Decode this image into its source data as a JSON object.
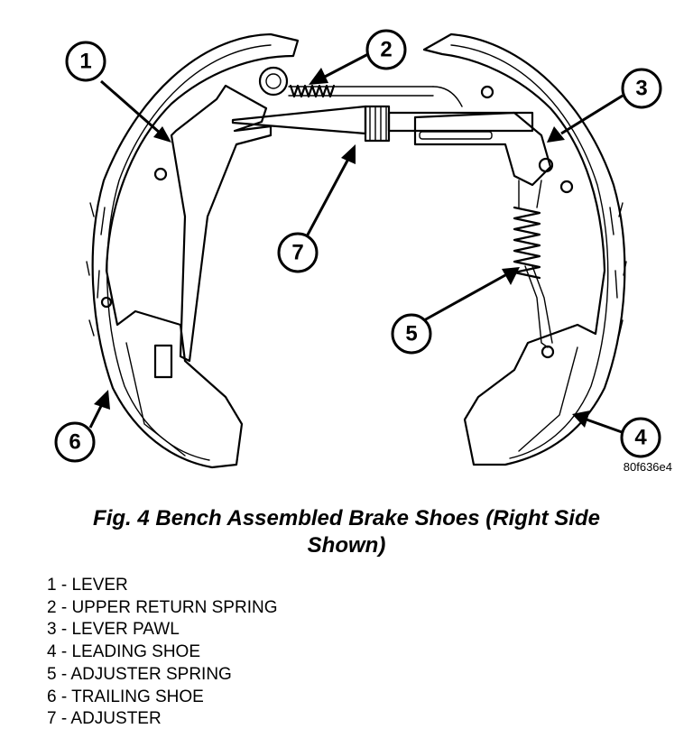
{
  "figure_code": "80f636e4",
  "caption": {
    "line1": "Fig. 4 Bench Assembled Brake Shoes (Right Side",
    "line2": "Shown)"
  },
  "callouts": [
    "1",
    "2",
    "3",
    "4",
    "5",
    "6",
    "7"
  ],
  "legend": [
    "1 - LEVER",
    "2 - UPPER RETURN SPRING",
    "3 - LEVER PAWL",
    "4 - LEADING SHOE",
    "5 - ADJUSTER SPRING",
    "6 - TRAILING SHOE",
    "7 - ADJUSTER"
  ]
}
